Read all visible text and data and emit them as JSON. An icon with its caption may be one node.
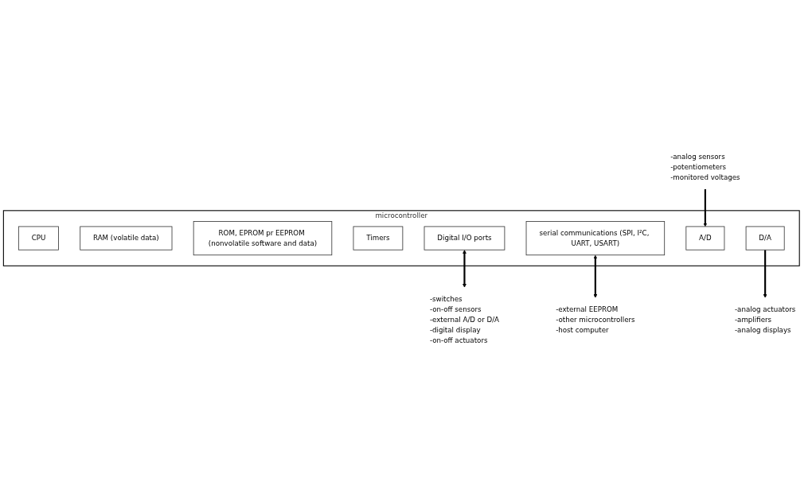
{
  "diagram": {
    "nodes": [
      {
        "text": [
          "microcontroller"
        ]
      },
      {
        "text": [
          "CPU"
        ],
        "in": 0
      },
      {
        "text": [
          "RAM (volatile data)"
        ],
        "in": 0
      },
      {
        "text": [
          "ROM, EPROM pr EEPROM (nonvolatile software and data)"
        ],
        "in": 0
      },
      {
        "text": [
          "Timers"
        ],
        "in": 0
      },
      {
        "text": [
          "Digital I/O ports"
        ],
        "in": 0
      },
      {
        "text": [
          "serial communications (SPI, I²C, UART, USART)"
        ],
        "in": 0
      },
      {
        "text": [
          "A/D"
        ],
        "in": 0
      },
      {
        "text": [
          "D/A"
        ],
        "in": 0
      },
      {
        "text": [
          "-switches",
          "-on-off sensors",
          "-external A/D or D/A",
          "-digital display",
          "-on-off actuators"
        ]
      },
      {
        "text": [
          "-external EEPROM",
          "-other microcontrollers",
          "-host computer"
        ]
      },
      {
        "text": [
          "-analog sensors",
          "-potentiometers",
          "-monitored voltages"
        ]
      },
      {
        "text": [
          "-analog actuators",
          "-amplifiers",
          "-analog displays"
        ]
      }
    ],
    "edges": [
      {
        "from": 5,
        "to": 9,
        "arrow": "both"
      },
      {
        "from": 6,
        "to": 10,
        "arrow": "both"
      },
      {
        "from": 11,
        "to": 7,
        "arrow": "to"
      },
      {
        "from": 8,
        "to": 12,
        "arrow": "to"
      }
    ]
  }
}
